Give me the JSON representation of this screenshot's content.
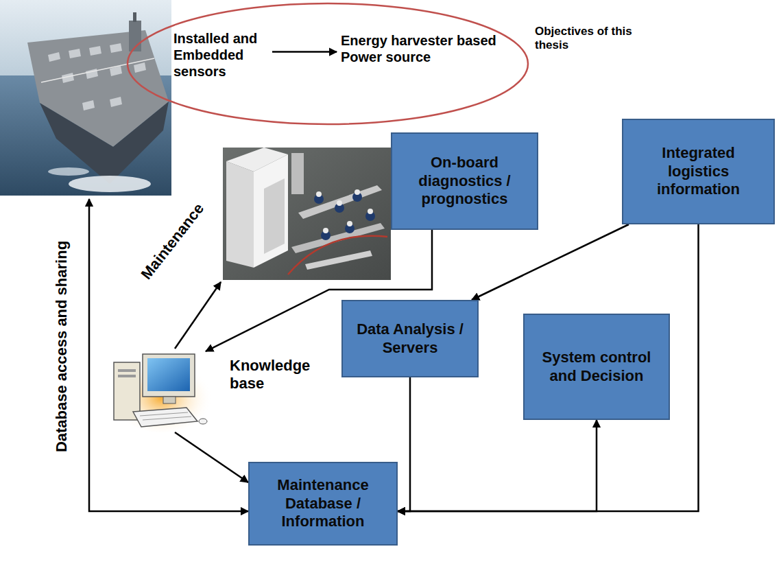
{
  "diagram": {
    "nodes": [
      {
        "text": [
          "Objectives of this thesis"
        ]
      },
      {
        "text": [
          "Installed and Embedded sensors"
        ],
        "in": 0
      },
      {
        "text": [
          "Energy harvester based Power source"
        ],
        "in": 0
      },
      {
        "text": [
          "Maintenance"
        ]
      },
      {
        "text": [
          "On-board diagnostics / prognostics"
        ]
      },
      {
        "text": [
          "Integrated logistics information"
        ]
      },
      {
        "text": [
          "Knowledge base"
        ]
      },
      {
        "text": [
          "Data Analysis / Servers"
        ]
      },
      {
        "text": [
          "System control and Decision"
        ]
      },
      {
        "text": [
          "Maintenance Database / Information"
        ]
      }
    ],
    "edges": [
      {
        "from": 1,
        "to": 2,
        "arrow": "to"
      },
      {
        "from": 4,
        "to": 6,
        "arrow": "to"
      },
      {
        "from": 6,
        "to": 3,
        "arrow": "to"
      },
      {
        "from": 5,
        "to": 7,
        "arrow": "to"
      },
      {
        "from": 6,
        "to": 9,
        "arrow": "to"
      },
      {
        "from": 7,
        "to": 9,
        "arrow": "to"
      },
      {
        "from": 8,
        "to": 9,
        "arrow": "both"
      },
      {
        "from": 5,
        "to": 9,
        "arrow": "to"
      }
    ],
    "labels": [
      "Database access and sharing"
    ]
  }
}
